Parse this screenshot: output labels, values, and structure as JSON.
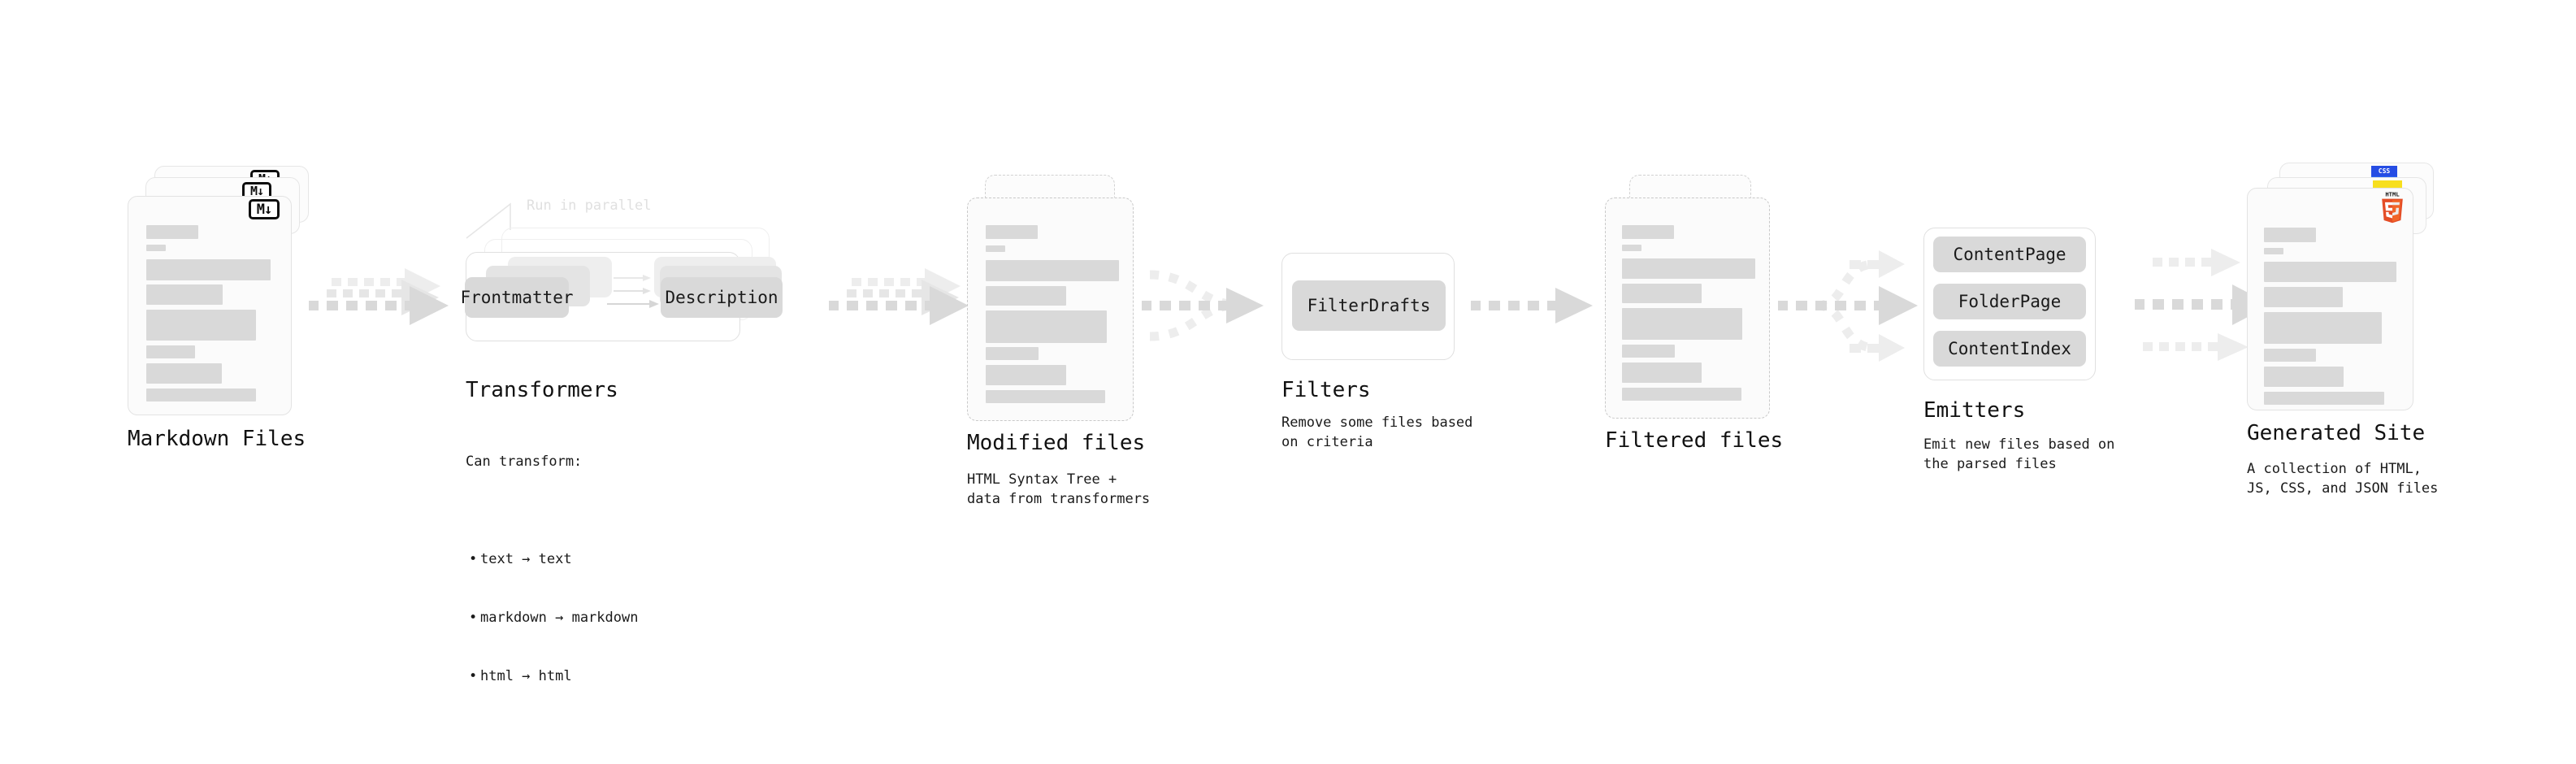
{
  "diagram": {
    "title_font_note": "",
    "colors": {
      "bar": "#d9d9d9",
      "card": "#fbfbfb",
      "card_border": "#e3e3e3",
      "dashed_border": "#c9c9c9",
      "chip": "#d9d9d9",
      "arrow": "#d7d7d7",
      "arrow_faint": "#ededed",
      "text": "#111111",
      "ghost_text": "#e0e0e0",
      "html5": "#e44d26",
      "html5_light": "#f16529",
      "css": "#264de4",
      "js": "#f7df1e"
    },
    "stages": [
      {
        "id": "markdown-files",
        "title": "Markdown Files",
        "subtitle": "",
        "icon": "markdown-icon",
        "icon_label": "M"
      },
      {
        "id": "transformers",
        "title": "Transformers",
        "subtitle": "Can transform:",
        "parallel_label": "Run in parallel",
        "chips": [
          "Frontmatter",
          "Description"
        ],
        "bullets": [
          "text → text",
          "markdown → markdown",
          "html → html"
        ]
      },
      {
        "id": "modified-files",
        "title": "Modified files",
        "subtitle": "HTML Syntax Tree +\ndata from transformers"
      },
      {
        "id": "filters",
        "title": "Filters",
        "subtitle": "Remove some files based\non criteria",
        "chips": [
          "FilterDrafts"
        ]
      },
      {
        "id": "filtered-files",
        "title": "Filtered files",
        "subtitle": ""
      },
      {
        "id": "emitters",
        "title": "Emitters",
        "subtitle": "Emit new files based on\nthe parsed files",
        "chips": [
          "ContentPage",
          "FolderPage",
          "ContentIndex"
        ]
      },
      {
        "id": "generated-site",
        "title": "Generated Site",
        "subtitle": "A collection of HTML,\nJS, CSS, and JSON files",
        "badges": [
          "HTML5",
          "JS",
          "CSS"
        ],
        "html5_wordmark": "HTML",
        "html5_digit": "5",
        "css_wordmark": "CSS"
      }
    ]
  }
}
